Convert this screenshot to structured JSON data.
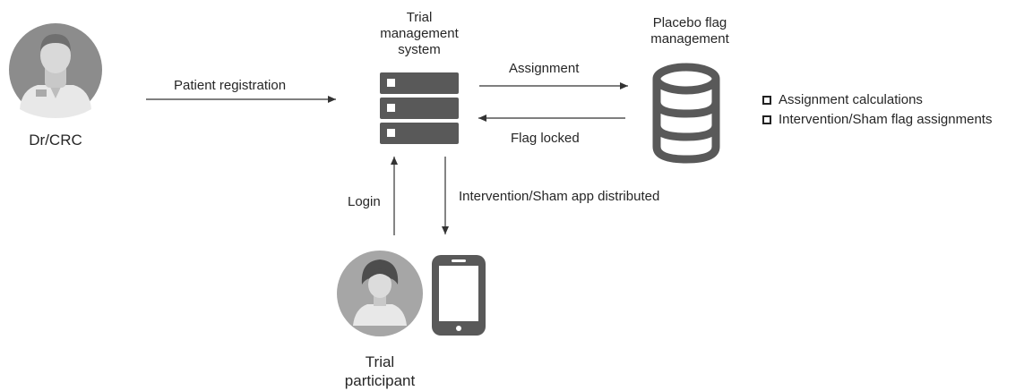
{
  "nodes": {
    "doctor": {
      "label": "Dr/CRC",
      "icon": "doctor-avatar-icon"
    },
    "server": {
      "label_line1": "Trial",
      "label_line2": "management",
      "label_line3": "system",
      "icon": "server-icon"
    },
    "database": {
      "label_line1": "Placebo flag",
      "label_line2": "management",
      "icon": "database-icon"
    },
    "participant": {
      "label_line1": "Trial",
      "label_line2": "participant",
      "icon": "participant-avatar-icon"
    },
    "phone": {
      "icon": "smartphone-icon"
    }
  },
  "edges": {
    "registration": "Patient registration",
    "assignment": "Assignment",
    "flag_locked": "Flag locked",
    "login": "Login",
    "distributed": "Intervention/Sham app distributed"
  },
  "legend": [
    {
      "label": "Assignment calculations"
    },
    {
      "label": "Intervention/Sham flag assignments"
    }
  ],
  "colors": {
    "icon": "#595959",
    "avatar_bg": "#8c8c8c",
    "arrow": "#333333"
  }
}
